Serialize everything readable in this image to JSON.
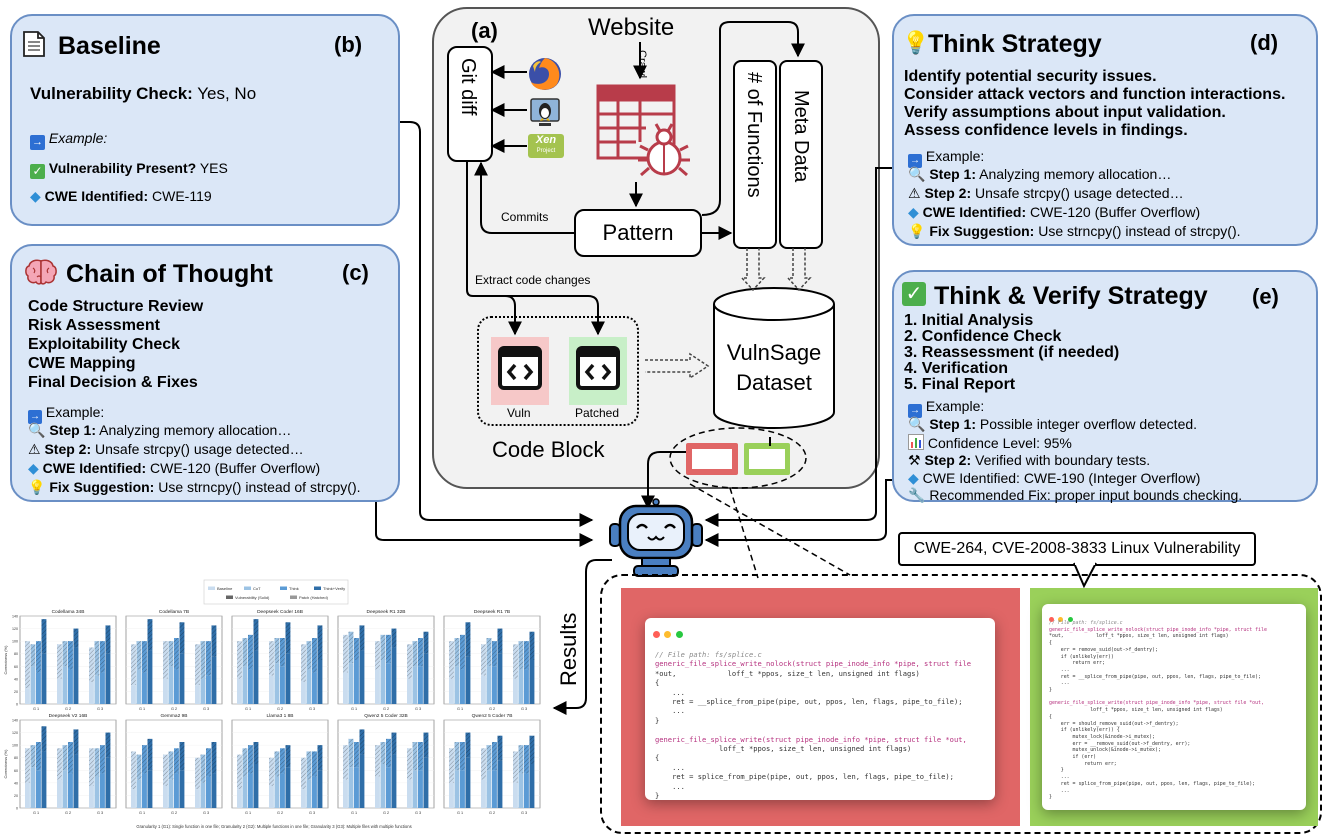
{
  "baseline": {
    "title": "Baseline",
    "label": "(b)",
    "check_key": "Vulnerability Check:",
    "check_val": "Yes, No",
    "example": "Example:",
    "present_key": "Vulnerability Present?",
    "present_val": "YES",
    "cwe_key": "CWE Identified:",
    "cwe_val": "CWE-119"
  },
  "cot": {
    "title": "Chain of Thought",
    "label": "(c)",
    "steps": [
      "Code Structure Review",
      "Risk Assessment",
      "Exploitability Check",
      "CWE Mapping",
      "Final Decision & Fixes"
    ],
    "example": "Example:",
    "s1_key": "Step 1:",
    "s1_val": "Analyzing memory allocation…",
    "s2_key": "Step 2:",
    "s2_val": "Unsafe strcpy() usage detected…",
    "cwe_key": "CWE Identified:",
    "cwe_val": "CWE-120 (Buffer Overflow)",
    "fix_key": "Fix Suggestion:",
    "fix_val": "Use strncpy() instead of strcpy()."
  },
  "think": {
    "title": "Think Strategy",
    "label": "(d)",
    "steps": [
      "Identify potential security issues.",
      "Consider attack vectors and function interactions.",
      "Verify assumptions about input validation.",
      "Assess confidence levels in findings."
    ],
    "example": "Example:",
    "s1_key": "Step 1:",
    "s1_val": "Analyzing memory allocation…",
    "s2_key": "Step 2:",
    "s2_val": "Unsafe strcpy() usage detected…",
    "cwe_key": "CWE Identified:",
    "cwe_val": "CWE-120 (Buffer Overflow)",
    "fix_key": "Fix Suggestion:",
    "fix_val": "Use strncpy() instead of strcpy()."
  },
  "verify": {
    "title": "Think & Verify Strategy",
    "label": "(e)",
    "steps": [
      "1. Initial Analysis",
      "2. Confidence Check",
      "3. Reassessment (if needed)",
      "4. Verification",
      "5. Final Report"
    ],
    "example": "Example:",
    "s1_key": "Step 1:",
    "s1_val": "Possible integer overflow detected.",
    "confidence": "Confidence Level: 95%",
    "s2_key": "Step 2:",
    "s2_val": "Verified with boundary tests.",
    "cwe": "CWE Identified: CWE-190 (Integer Overflow)",
    "fix": "Recommended Fix: proper input bounds checking."
  },
  "pipeline": {
    "label": "(a)",
    "website": "Website",
    "crawl": "Crawl",
    "git_diff": "Git diff",
    "num_functions": "# of Functions",
    "meta_data": "Meta Data",
    "commits": "Commits",
    "pattern": "Pattern",
    "extract": "Extract code changes",
    "vuln": "Vuln",
    "patched": "Patched",
    "dataset_line1": "VulnSage",
    "dataset_line2": "Dataset",
    "code_block": "Code Block",
    "xen_line1": "Xen",
    "xen_line2": "Project"
  },
  "results_label": "Results",
  "callout": "CWE-264, CVE-2008-3833 Linux Vulnerability",
  "code_vuln": [
    "// File path: fs/splice.c",
    "generic_file_splice_write_nolock(struct pipe_inode_info *pipe, struct file",
    "*out,            loff_t *ppos, size_t len, unsigned int flags)",
    "{",
    "    ...",
    "    ret = __splice_from_pipe(pipe, out, ppos, len, flags, pipe_to_file);",
    "    ...",
    "}",
    "",
    "generic_file_splice_write(struct pipe_inode_info *pipe, struct file *out,",
    "               loff_t *ppos, size_t len, unsigned int flags)",
    "{",
    "    ...",
    "    ret = splice_from_pipe(pipe, out, ppos, len, flags, pipe_to_file);",
    "    ...",
    "}"
  ],
  "code_patched": [
    "// File path: fs/splice.c",
    "generic_file_splice_write_nolock(struct pipe_inode_info *pipe, struct file",
    "*out,           loff_t *ppos, size_t len, unsigned int flags)",
    "{",
    "    err = remove_suid(out->f_dentry);",
    "    if (unlikely(err))",
    "        return err;",
    "    ...",
    "    ret = __splice_from_pipe(pipe, out, ppos, len, flags, pipe_to_file);",
    "    ...",
    "}",
    "",
    "generic_file_splice_write(struct pipe_inode_info *pipe, struct file *out,",
    "              loff_t *ppos, size_t len, unsigned int flags)",
    "{",
    "    err = should_remove_suid(out->f_dentry);",
    "    if (unlikely(err)) {",
    "        mutex_lock(&inode->i_mutex);",
    "        err = __remove_suid(out->f_dentry, err);",
    "        mutex_unlock(&inode->i_mutex);",
    "        if (err)",
    "            return err;",
    "    }",
    "    ...",
    "    ret = splice_from_pipe(pipe, out, ppos, len, flags, pipe_to_file);",
    "    ...",
    "}"
  ],
  "chart_data": {
    "type": "bar",
    "legend_title": "Prompts",
    "legend": [
      "Baseline",
      "CoT",
      "Think",
      "Think+Verify",
      "Vulnerability (Solid)",
      "Patch (Hatched)"
    ],
    "ylabel": "Correctness (%)",
    "ylim": [
      0,
      140
    ],
    "yticks": [
      0,
      20,
      40,
      60,
      80,
      100,
      120,
      140
    ],
    "categories": [
      "G 1",
      "G 2",
      "G 3"
    ],
    "caption": "Granularity 1 (G1): Single function in one file;  Granularity 2 (G2): Multiple functions in one file;  Granularity 3 (G3): Multiple files with multiple functions",
    "colors": [
      "#c9dcef",
      "#9cc3e4",
      "#5b9bd5",
      "#2f6ea8"
    ],
    "panels": [
      {
        "title": "Codellama 34B",
        "vuln": [
          [
            25,
            60,
            50,
            80
          ],
          [
            40,
            60,
            55,
            90
          ],
          [
            35,
            45,
            50,
            80
          ]
        ],
        "patch": [
          [
            100,
            95,
            100,
            135
          ],
          [
            95,
            100,
            100,
            120
          ],
          [
            90,
            100,
            100,
            125
          ]
        ]
      },
      {
        "title": "Codellama 7B",
        "vuln": [
          [
            30,
            55,
            50,
            85
          ],
          [
            40,
            60,
            55,
            80
          ],
          [
            30,
            40,
            45,
            75
          ]
        ],
        "patch": [
          [
            95,
            100,
            100,
            135
          ],
          [
            100,
            100,
            105,
            130
          ],
          [
            95,
            100,
            100,
            125
          ]
        ]
      },
      {
        "title": "Deepseek Coder 16B",
        "vuln": [
          [
            40,
            60,
            55,
            85
          ],
          [
            45,
            65,
            60,
            80
          ],
          [
            35,
            55,
            50,
            70
          ]
        ],
        "patch": [
          [
            100,
            105,
            110,
            135
          ],
          [
            100,
            105,
            105,
            130
          ],
          [
            95,
            100,
            105,
            125
          ]
        ]
      },
      {
        "title": "Deepseek R1 32B",
        "vuln": [
          [
            50,
            65,
            70,
            85
          ],
          [
            55,
            70,
            65,
            90
          ],
          [
            40,
            60,
            60,
            80
          ]
        ],
        "patch": [
          [
            110,
            115,
            105,
            125
          ],
          [
            100,
            110,
            110,
            120
          ],
          [
            95,
            100,
            105,
            115
          ]
        ]
      },
      {
        "title": "Deepseek R1 7B",
        "vuln": [
          [
            40,
            60,
            55,
            75
          ],
          [
            45,
            60,
            60,
            80
          ],
          [
            40,
            55,
            55,
            70
          ]
        ],
        "patch": [
          [
            100,
            105,
            110,
            130
          ],
          [
            95,
            105,
            100,
            120
          ],
          [
            95,
            100,
            100,
            115
          ]
        ]
      },
      {
        "title": "Deepseek V2 16B",
        "vuln": [
          [
            40,
            65,
            60,
            90
          ],
          [
            45,
            60,
            55,
            85
          ],
          [
            35,
            50,
            55,
            80
          ]
        ],
        "patch": [
          [
            95,
            100,
            105,
            130
          ],
          [
            95,
            100,
            105,
            125
          ],
          [
            95,
            95,
            100,
            120
          ]
        ]
      },
      {
        "title": "Gemma2 9B",
        "vuln": [
          [
            30,
            45,
            55,
            60
          ],
          [
            35,
            45,
            55,
            60
          ],
          [
            30,
            40,
            50,
            55
          ]
        ],
        "patch": [
          [
            90,
            85,
            100,
            110
          ],
          [
            85,
            90,
            95,
            105
          ],
          [
            80,
            85,
            95,
            105
          ]
        ]
      },
      {
        "title": "Llama3 1 8B",
        "vuln": [
          [
            30,
            50,
            55,
            70
          ],
          [
            35,
            50,
            55,
            65
          ],
          [
            30,
            45,
            50,
            60
          ]
        ],
        "patch": [
          [
            85,
            95,
            100,
            105
          ],
          [
            80,
            90,
            95,
            100
          ],
          [
            80,
            90,
            90,
            100
          ]
        ]
      },
      {
        "title": "Qwen2 5 Coder 32B",
        "vuln": [
          [
            45,
            65,
            65,
            85
          ],
          [
            50,
            70,
            65,
            85
          ],
          [
            45,
            60,
            60,
            80
          ]
        ],
        "patch": [
          [
            100,
            110,
            105,
            125
          ],
          [
            100,
            105,
            110,
            120
          ],
          [
            95,
            105,
            105,
            120
          ]
        ]
      },
      {
        "title": "Qwen2 5 Coder 7B",
        "vuln": [
          [
            40,
            60,
            60,
            80
          ],
          [
            45,
            60,
            60,
            75
          ],
          [
            40,
            55,
            55,
            70
          ]
        ],
        "patch": [
          [
            95,
            105,
            105,
            120
          ],
          [
            95,
            100,
            105,
            115
          ],
          [
            90,
            100,
            100,
            115
          ]
        ]
      }
    ]
  }
}
